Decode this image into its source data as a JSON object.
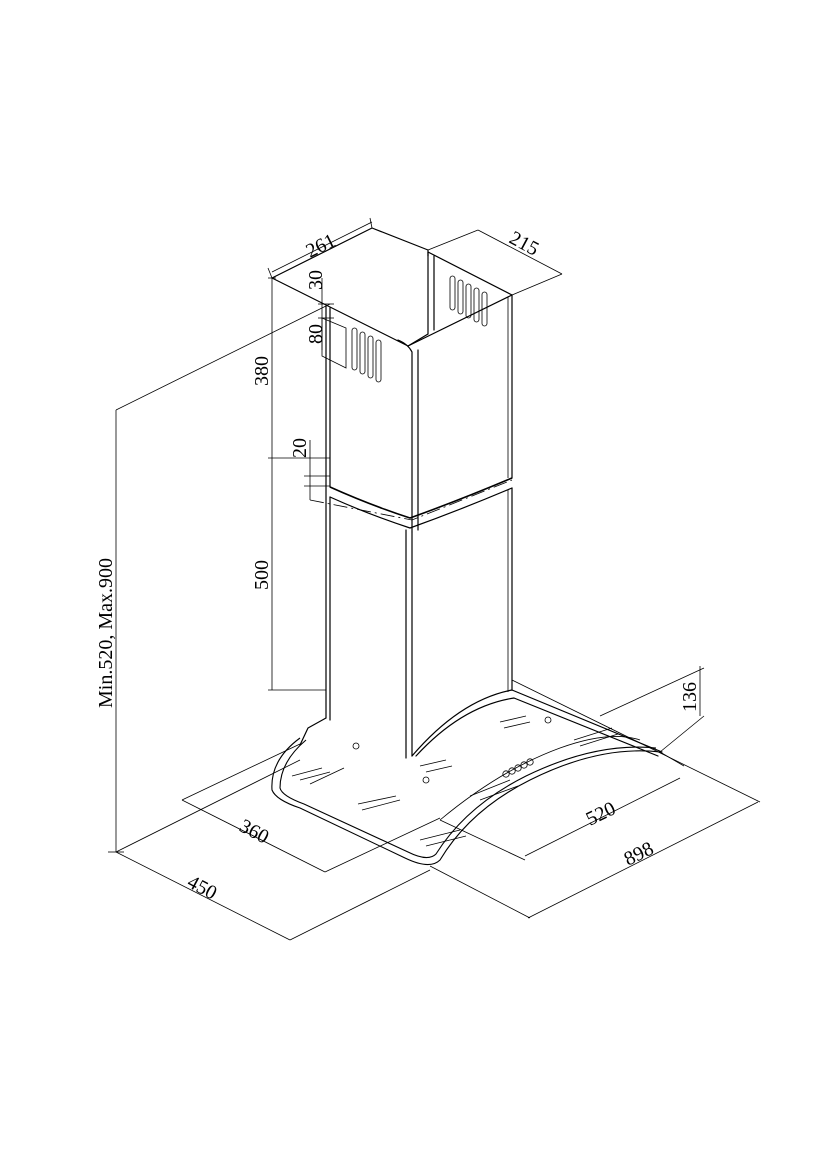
{
  "dimensions": {
    "chimney_depth": "261",
    "chimney_width": "215",
    "top_offset": "30",
    "vent_height": "80",
    "upper_chimney_height": "380",
    "overlap": "20",
    "lower_chimney_height": "500",
    "total_height": "Min.520, Max.900",
    "glass_depth": "360",
    "hood_depth": "450",
    "glass_width": "520",
    "hood_width": "898",
    "canopy_height": "136"
  }
}
